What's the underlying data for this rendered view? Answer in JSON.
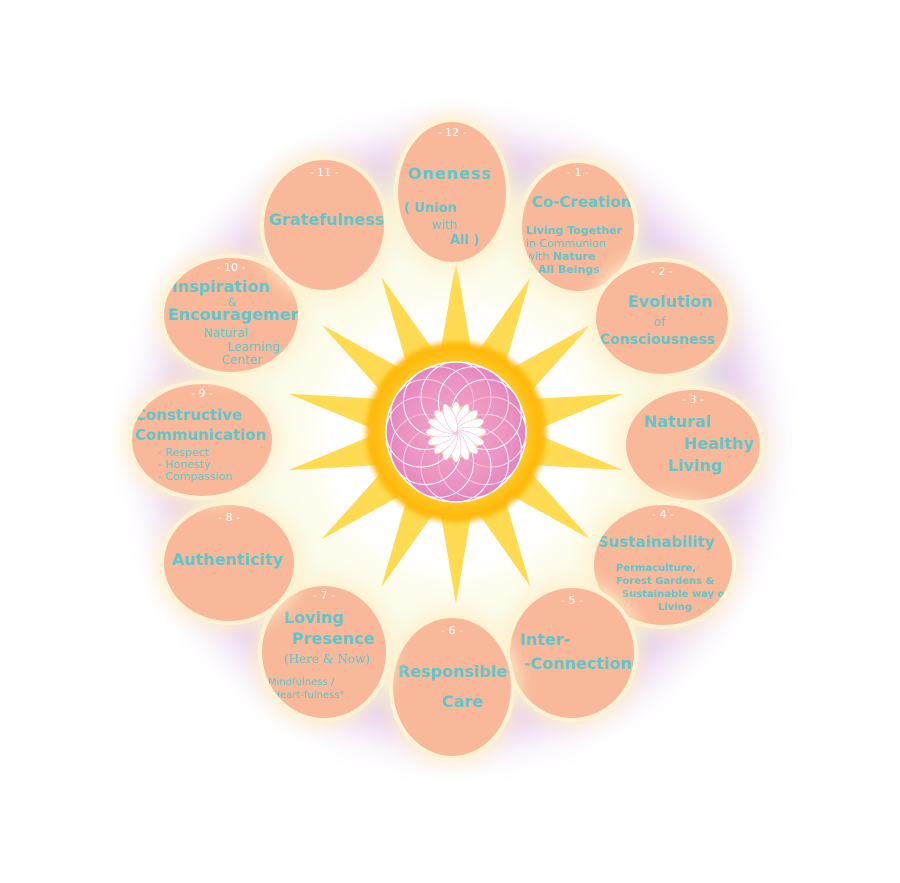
{
  "petals": [
    {
      "num": "- 1 -",
      "title": "Co-Creation",
      "line1": "Living Together",
      "line2": "in Communion",
      "line3a": "with ",
      "line3b": "Nature",
      "line4a": "& ",
      "line4b": "All Beings"
    },
    {
      "num": "- 2 -",
      "l1": "Evolution",
      "l2": "of",
      "l3": "Consciousness"
    },
    {
      "num": "- 3 -",
      "l1": "Natural",
      "l2": "Healthy",
      "l3": "Living"
    },
    {
      "num": "- 4 -",
      "title": "Sustainability",
      "l1": "Permaculture,",
      "l2": "Forest Gardens &",
      "l3": "Sustainable way of",
      "l4": "Living"
    },
    {
      "num": "- 5 -",
      "l1": "Inter-",
      "l2": "-Connection"
    },
    {
      "num": "- 6 -",
      "l1": "Responsible",
      "l2": "Care"
    },
    {
      "num": "- 7 -",
      "l1": "Loving",
      "l2": "Presence",
      "l3": "(Here & Now)",
      "l4": "Mindfulness /",
      "l5": "\"Heart-fulness\""
    },
    {
      "num": "- 8 -",
      "title": "Authenticity"
    },
    {
      "num": "- 9 -",
      "l1": "Constructive",
      "l2": "Communication",
      "s1": "- Respect",
      "s2": "- Honesty",
      "s3": "- Compassion"
    },
    {
      "num": "- 10 -",
      "l1": "Inspiration",
      "l2": "&",
      "l3": "Encouragement",
      "s1": "Natural",
      "s2": "Learning",
      "s3": "Center"
    },
    {
      "num": "- 11 -",
      "title": "Gratefulness"
    },
    {
      "num": "- 12 -",
      "title": "Oneness",
      "l1": "( Union",
      "l2": "with",
      "l3": "All )"
    }
  ],
  "colors": {
    "petal": "#f9b89a",
    "text": "#5cc6cc",
    "sun": "#ffd740",
    "sun_core": "#ffb300",
    "mandala_pink": "#e98fc6",
    "mandala_rose": "#f48fb1",
    "halo_violet": "#e6c7ef",
    "halo_aqua": "#bfeef0"
  },
  "icons": [
    "sun-rays-icon",
    "flower-of-life-mandala-icon",
    "lotus-icon"
  ]
}
